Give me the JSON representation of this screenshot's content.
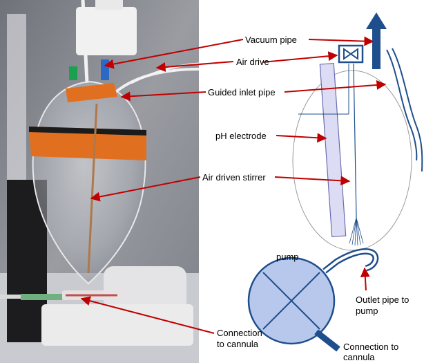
{
  "labels": {
    "vacuum_pipe": "Vacuum pipe",
    "air_drive": "Air drive",
    "guided_inlet_pipe": "Guided inlet pipe",
    "ph_electrode": "pH electrode",
    "air_driven_stirrer": "Air driven stirrer",
    "pump": "pump",
    "outlet_pipe_line1": "Outlet pipe to",
    "outlet_pipe_line2": "pump",
    "connection_cannula_photo_line1": "Connection",
    "connection_cannula_photo_line2": "to cannula",
    "connection_cannula_diagram_line1": "Connection to",
    "connection_cannula_diagram_line2": "cannula"
  },
  "colors": {
    "arrow": "#c00000",
    "diagram_line": "#1f4e8c",
    "pump_fill": "#b8c8ec",
    "electrode_fill": "#dcdcf4",
    "photo_background": "#8c8f96",
    "orange_tape": "#e07020"
  }
}
